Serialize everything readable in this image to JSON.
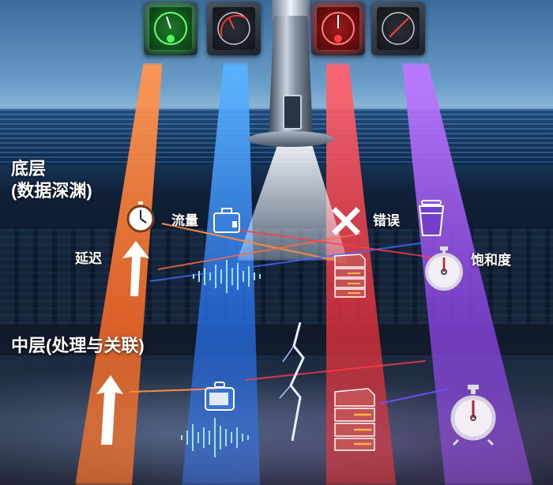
{
  "scene": {
    "description": "Lighthouse with four monitoring gauges casting colored beams into data layers",
    "gauges": [
      {
        "name": "latency-gauge",
        "color": "#2ecc40",
        "status": "green"
      },
      {
        "name": "traffic-gauge",
        "color": "#e03030",
        "status": "dark"
      },
      {
        "name": "errors-gauge",
        "color": "#ff2a2a",
        "status": "red"
      },
      {
        "name": "saturation-gauge",
        "color": "#e04040",
        "status": "dark"
      }
    ],
    "beams": [
      {
        "name": "latency-beam",
        "color": "#ff8a3d"
      },
      {
        "name": "traffic-beam",
        "color": "#3d8cff"
      },
      {
        "name": "errors-beam",
        "color": "#ff3b47"
      },
      {
        "name": "saturation-beam",
        "color": "#9a5cf0"
      }
    ]
  },
  "layers": {
    "bottom": {
      "title_line1": "底层",
      "title_line2": "(数据深渊)"
    },
    "middle": {
      "title": "中层(处理与关联)"
    }
  },
  "metrics": {
    "latency": "延迟",
    "traffic": "流量",
    "errors": "错误",
    "saturation": "饱和度"
  },
  "icons": {
    "stopwatch": "stopwatch-icon",
    "arrow_up": "arrow-up-icon",
    "box": "box-icon",
    "waveform": "waveform-icon",
    "cross": "x-icon",
    "bucket": "bucket-icon",
    "server_stack": "server-stack-icon",
    "lightning": "lightning-icon"
  }
}
